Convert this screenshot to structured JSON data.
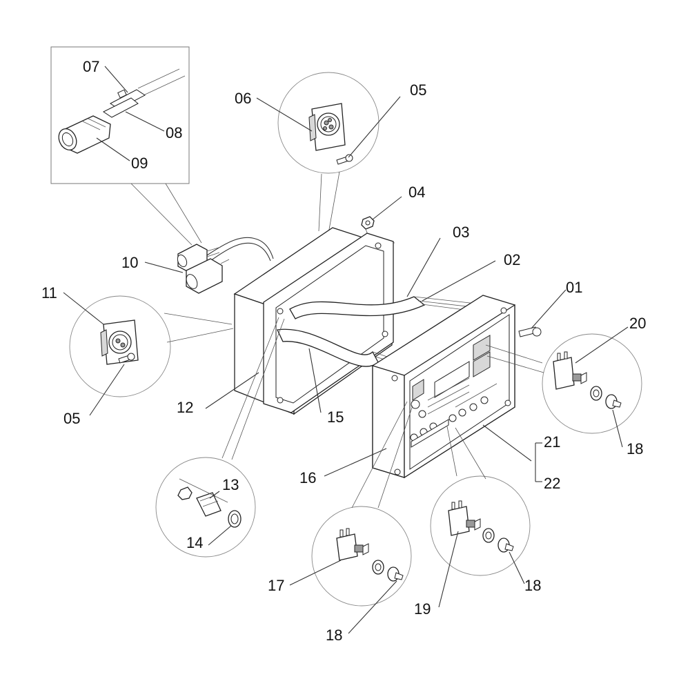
{
  "callouts": {
    "c01": "01",
    "c02": "02",
    "c03": "03",
    "c04": "04",
    "c05a": "05",
    "c05b": "05",
    "c06": "06",
    "c07": "07",
    "c08": "08",
    "c09": "09",
    "c10": "10",
    "c11": "11",
    "c12": "12",
    "c13": "13",
    "c14": "14",
    "c15": "15",
    "c16": "16",
    "c17": "17",
    "c18a": "18",
    "c18b": "18",
    "c18c": "18",
    "c19": "19",
    "c20": "20",
    "c21": "21",
    "c22": "22"
  }
}
